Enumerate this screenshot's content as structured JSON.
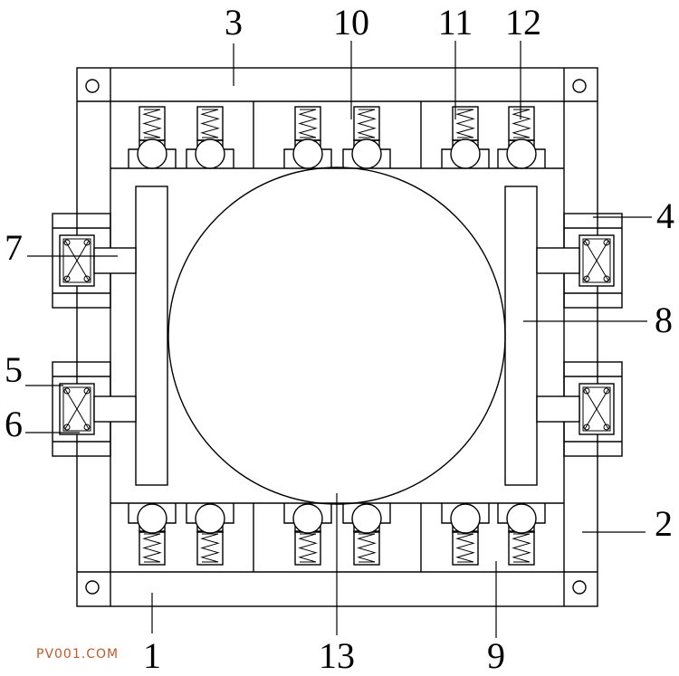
{
  "labels": {
    "l1": "1",
    "l2": "2",
    "l3": "3",
    "l4": "4",
    "l5": "5",
    "l6": "6",
    "l7": "7",
    "l8": "8",
    "l9": "9",
    "l10": "10",
    "l11": "11",
    "l12": "12",
    "l13": "13"
  },
  "watermark": "PV001.COM",
  "colors": {
    "line": "#000000",
    "background": "#ffffff",
    "watermark": "#c25a2b"
  }
}
